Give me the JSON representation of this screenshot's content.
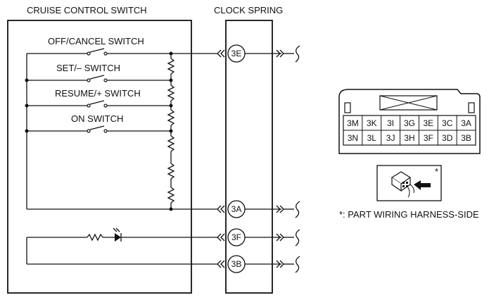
{
  "titles": {
    "cruise_switch": "CRUISE CONTROL SWITCH",
    "clock_spring": "CLOCK SPRING"
  },
  "switches": {
    "off_cancel": "OFF/CANCEL SWITCH",
    "set_minus": "SET/– SWITCH",
    "resume_plus": "RESUME/+ SWITCH",
    "on": "ON SWITCH"
  },
  "pins": {
    "p3e": "3E",
    "p3a": "3A",
    "p3f": "3F",
    "p3b": "3B"
  },
  "connector": {
    "row1": [
      "3M",
      "3K",
      "3I",
      "3G",
      "3E",
      "3C",
      "3A"
    ],
    "row2": [
      "3N",
      "3L",
      "3J",
      "3H",
      "3F",
      "3D",
      "3B"
    ]
  },
  "inset": {
    "asterisk": "*"
  },
  "note": "*: PART WIRING HARNESS-SIDE"
}
